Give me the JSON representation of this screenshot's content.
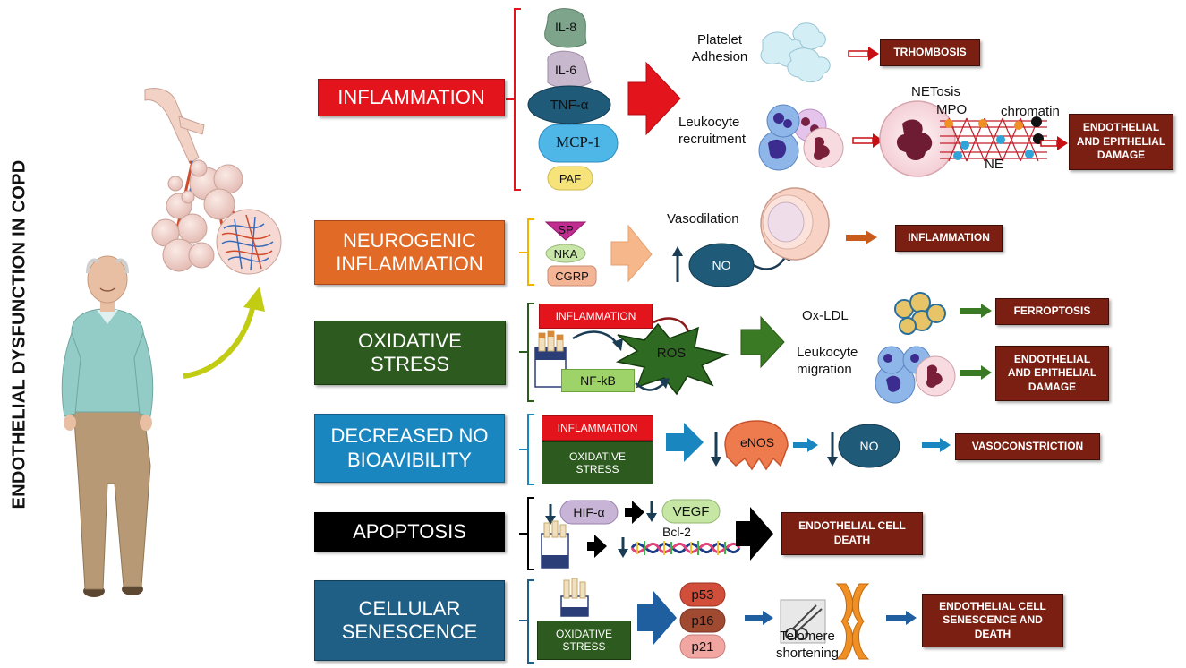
{
  "title": "ENDOTHELIAL DYSFUNCTION IN COPD",
  "colors": {
    "inflammation": "#e3141b",
    "neurogenic": "#e06a26",
    "oxidative": "#2d5a1e",
    "no_bio": "#1a86c0",
    "apoptosis": "#000000",
    "senescence": "#1f5f85",
    "outcome": "#7b1f12"
  },
  "rows": {
    "inflammation": {
      "label": "INFLAMMATION",
      "mediators": [
        "IL-8",
        "IL-6",
        "TNF-α",
        "MCP-1",
        "PAF"
      ],
      "platelet_label": "Platelet\nAdhesion",
      "platelet_outcome": "TRHOMBOSIS",
      "leukocyte_label": "Leukocyte\nrecruitment",
      "netosis": "NETosis",
      "mpo": "MPO",
      "chromatin": "chromatin",
      "ne": "NE",
      "leukocyte_outcome": "ENDOTHELIAL\nAND EPITHELIAL\nDAMAGE"
    },
    "neurogenic": {
      "label": "NEUROGENIC\nINFLAMMATION",
      "mediators": [
        "SP",
        "NKA",
        "CGRP"
      ],
      "vasodilation": "Vasodilation",
      "no": "NO",
      "outcome": "INFLAMMATION"
    },
    "oxidative": {
      "label": "OXIDATIVE\nSTRESS",
      "inflammation_tag": "INFLAMMATION",
      "nfkb": "NF-kB",
      "ros": "ROS",
      "oxldl": "Ox-LDL",
      "leukocyte_migration": "Leukocyte\nmigration",
      "outcome1": "FERROPTOSIS",
      "outcome2": "ENDOTHELIAL\nAND EPITHELIAL\nDAMAGE"
    },
    "no_bio": {
      "label": "DECREASED NO\nBIOAVIBILITY",
      "inflammation_tag": "INFLAMMATION",
      "oxidative_tag": "OXIDATIVE\nSTRESS",
      "enos": "eNOS",
      "no": "NO",
      "outcome": "VASOCONSTRICTION"
    },
    "apoptosis": {
      "label": "APOPTOSIS",
      "hif": "HIF-α",
      "vegf": "VEGF",
      "bcl2": "Bcl-2",
      "outcome": "ENDOTHELIAL CELL\nDEATH"
    },
    "senescence": {
      "label": "CELLULAR\nSENESCENCE",
      "oxidative_tag": "OXIDATIVE\nSTRESS",
      "proteins": [
        "p53",
        "p16",
        "p21"
      ],
      "telomere": "Telomere\nshortening",
      "outcome": "ENDOTHELIAL CELL\nSENESCENCE AND\nDEATH"
    }
  }
}
